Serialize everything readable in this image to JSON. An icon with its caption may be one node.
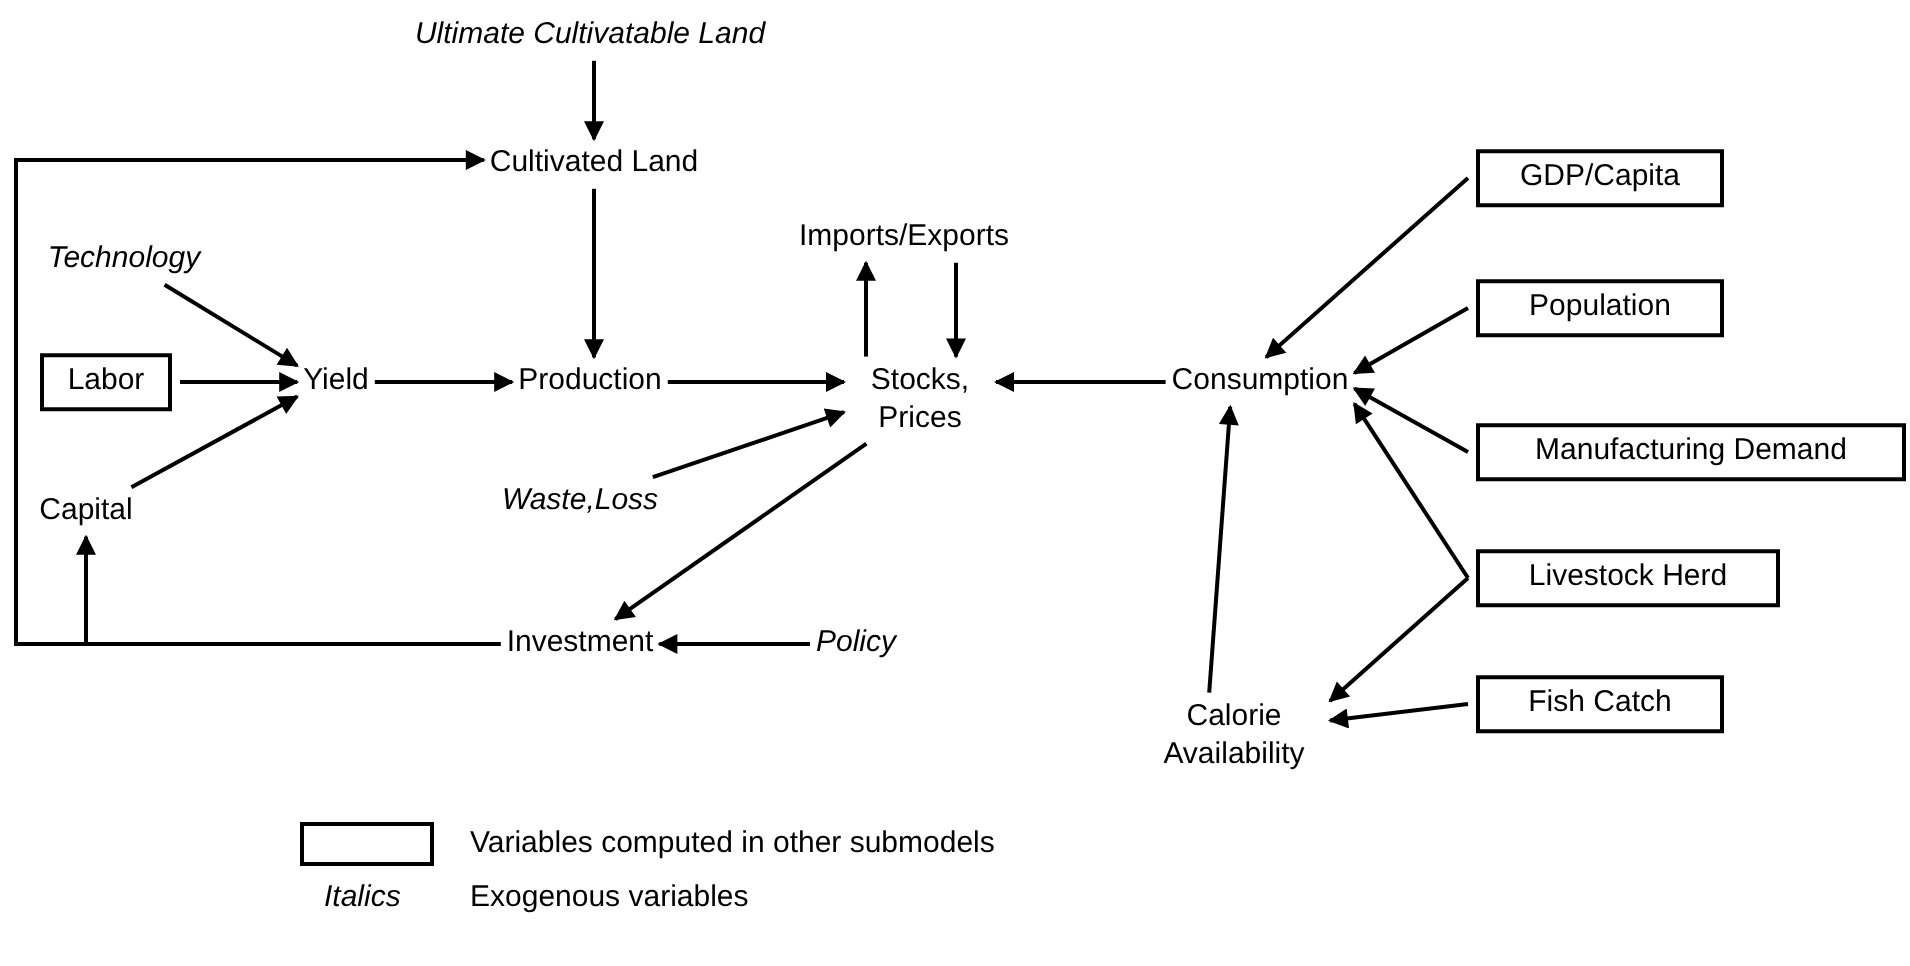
{
  "diagram": {
    "nodes": [
      {
        "text": [
          "Ultimate Cultivatable Land"
        ]
      },
      {
        "text": [
          "Cultivated Land"
        ]
      },
      {
        "text": [
          "Technology"
        ]
      },
      {
        "text": [
          "Labor"
        ]
      },
      {
        "text": [
          "Yield"
        ]
      },
      {
        "text": [
          "Production"
        ]
      },
      {
        "text": [
          "Imports/Exports"
        ]
      },
      {
        "text": [
          "Stocks, Prices"
        ]
      },
      {
        "text": [
          "Waste,Loss"
        ]
      },
      {
        "text": [
          "Capital"
        ]
      },
      {
        "text": [
          "Investment"
        ]
      },
      {
        "text": [
          "Policy"
        ]
      },
      {
        "text": [
          "Consumption"
        ]
      },
      {
        "text": [
          "GDP/Capita"
        ]
      },
      {
        "text": [
          "Population"
        ]
      },
      {
        "text": [
          "Manufacturing Demand"
        ]
      },
      {
        "text": [
          "Livestock Herd"
        ]
      },
      {
        "text": [
          "Fish Catch"
        ]
      },
      {
        "text": [
          "Calorie Availability"
        ]
      }
    ],
    "edges": [
      {
        "from": 0,
        "to": 1,
        "arrow": "to"
      },
      {
        "from": 10,
        "to": 1,
        "arrow": "to"
      },
      {
        "from": 10,
        "to": 9,
        "arrow": "to"
      },
      {
        "from": 1,
        "to": 5,
        "arrow": "to"
      },
      {
        "from": 2,
        "to": 4,
        "arrow": "to"
      },
      {
        "from": 3,
        "to": 4,
        "arrow": "to"
      },
      {
        "from": 9,
        "to": 4,
        "arrow": "to"
      },
      {
        "from": 4,
        "to": 5,
        "arrow": "to"
      },
      {
        "from": 5,
        "to": 7,
        "arrow": "to"
      },
      {
        "from": 7,
        "to": 6,
        "arrow": "to"
      },
      {
        "from": 6,
        "to": 7,
        "arrow": "to"
      },
      {
        "from": 8,
        "to": 7,
        "arrow": "to"
      },
      {
        "from": 7,
        "to": 10,
        "arrow": "to"
      },
      {
        "from": 11,
        "to": 10,
        "arrow": "to"
      },
      {
        "from": 12,
        "to": 7,
        "arrow": "to"
      },
      {
        "from": 13,
        "to": 12,
        "arrow": "to"
      },
      {
        "from": 14,
        "to": 12,
        "arrow": "to"
      },
      {
        "from": 15,
        "to": 12,
        "arrow": "to"
      },
      {
        "from": 16,
        "to": 12,
        "arrow": "to"
      },
      {
        "from": 16,
        "to": 18,
        "arrow": "to"
      },
      {
        "from": 17,
        "to": 18,
        "arrow": "to"
      },
      {
        "from": 18,
        "to": 12,
        "arrow": "to"
      }
    ],
    "labels": [
      "Italics"
    ],
    "legend": [
      {
        "text": "Variables computed in other submodels"
      },
      {
        "text": "Exogenous variables"
      }
    ]
  }
}
